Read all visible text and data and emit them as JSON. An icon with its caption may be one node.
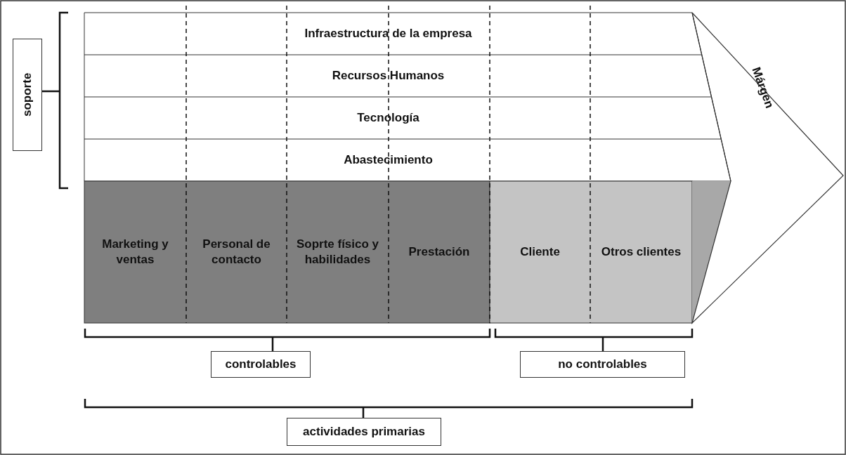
{
  "diagram": {
    "nodes": [
      {
        "text": [
          "Infraestructura de la empresa"
        ]
      },
      {
        "text": [
          "Recursos Humanos"
        ]
      },
      {
        "text": [
          "Tecnología"
        ]
      },
      {
        "text": [
          "Abastecimiento"
        ]
      },
      {
        "text": [
          "Marketing y ventas"
        ]
      },
      {
        "text": [
          "Personal de contacto"
        ]
      },
      {
        "text": [
          "Soprte físico y habilidades"
        ]
      },
      {
        "text": [
          "Prestación"
        ]
      },
      {
        "text": [
          "Cliente"
        ]
      },
      {
        "text": [
          "Otros clientes"
        ]
      },
      {
        "text": [
          "Márgen"
        ]
      },
      {
        "text": [
          "soporte"
        ]
      },
      {
        "text": [
          "controlables"
        ]
      },
      {
        "text": [
          "no controlables"
        ]
      },
      {
        "text": [
          "actividades primarias"
        ]
      }
    ],
    "edges": []
  }
}
